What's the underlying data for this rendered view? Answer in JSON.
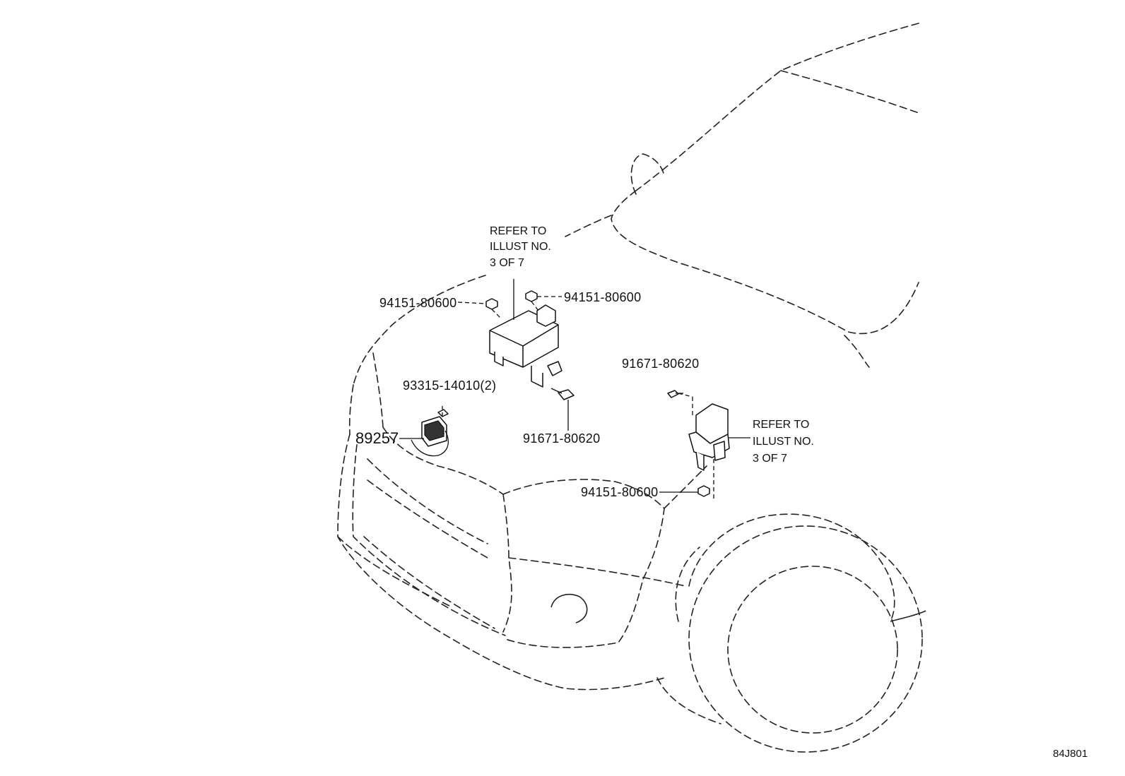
{
  "diagram_code": "84J801",
  "reference_note_lines": [
    "REFER TO",
    "ILLUST NO.",
    "3 OF 7"
  ],
  "callouts": {
    "nut_upper_left": "94151-80600",
    "nut_upper_right": "94151-80600",
    "bolt_box_lower": "91671-80620",
    "screw_sensor": "93315-14010(2)",
    "sensor_part": "89257",
    "bolt_right_upper": "91671-80620",
    "nut_right_lower": "94151-80600"
  }
}
